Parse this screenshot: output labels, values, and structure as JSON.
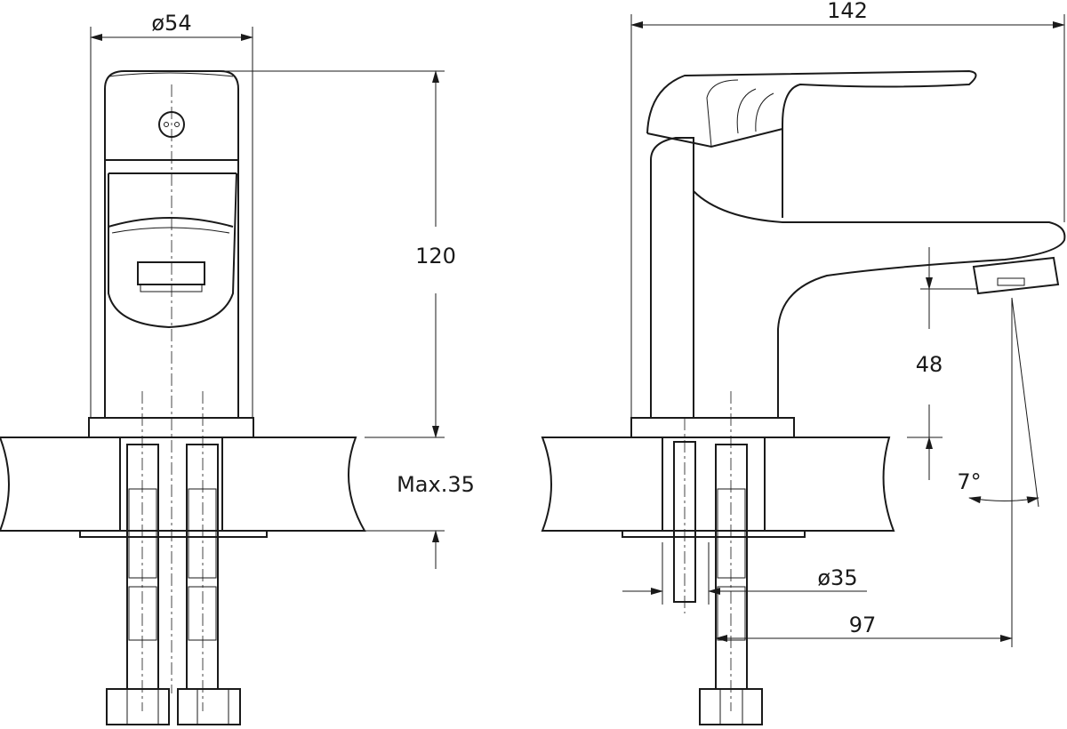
{
  "drawing": {
    "front_view": {
      "diameter_label": "ø54",
      "height_label": "120",
      "max_thickness_label": "Max.35"
    },
    "side_view": {
      "length_label": "142",
      "spout_height_label": "48",
      "angle_label": "7°",
      "hole_diameter_label": "ø35",
      "reach_label": "97"
    },
    "colors": {
      "line": "#1a1a1a",
      "background": "#ffffff"
    }
  }
}
